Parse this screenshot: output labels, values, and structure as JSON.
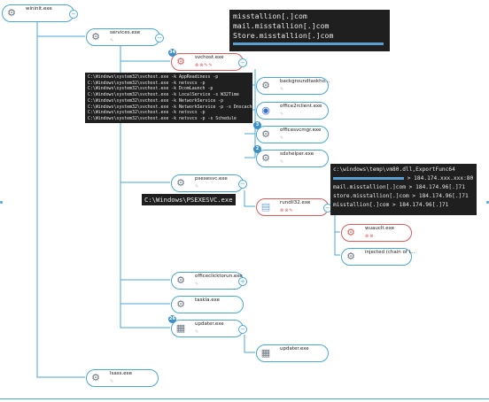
{
  "nodes": {
    "wininit": {
      "name": "wininit.exe"
    },
    "services": {
      "name": "services.exe"
    },
    "svchost": {
      "name": "svchost.exe",
      "badge": "34"
    },
    "backgroundtask": {
      "name": "backgroundtaskho..."
    },
    "office2rclient": {
      "name": "office2rclient.exe"
    },
    "officesvcmgr": {
      "name": "officesvcmgr.exe",
      "badge": "3"
    },
    "sdxhelper": {
      "name": "sdxhelper.exe",
      "badge": "2"
    },
    "psexesvc": {
      "name": "psexesvc.exe"
    },
    "rundll32": {
      "name": "rundll32.exe"
    },
    "wuauclt": {
      "name": "wuauclt.exe"
    },
    "injected": {
      "name": "injected (chain of i..."
    },
    "officeclicktorun": {
      "name": "officeclicktorun.exe"
    },
    "taskla": {
      "name": "taskla.exe"
    },
    "updater1": {
      "name": "updater.exe",
      "badge": "26"
    },
    "updater2": {
      "name": "updater.exe"
    },
    "lsass": {
      "name": "lsass.exe"
    }
  },
  "tooltips": {
    "domains": [
      "misstallion[.]com",
      "mail.misstallion[.]com",
      "Store.misstallion[.]com"
    ],
    "svchost_cmds": [
      "C:\\Windows\\system32\\svchost.exe -k AppReadiness -p",
      "C:\\Windows\\system32\\svchost.exe -k netsvcs -p",
      "C:\\Windows\\system32\\svchost.exe -k DcomLaunch -p",
      "C:\\Windows\\system32\\svchost.exe -k LocalService -s W32Time",
      "C:\\Windows\\system32\\svchost.exe -k NetworkService -p",
      "C:\\Windows\\system32\\svchost.exe -k NetworkService -p -s Dnscache",
      "C:\\Windows\\system32\\svchost.exe -k netsvcs -p",
      "C:\\Windows\\system32\\svchost.exe -k netsvcs -p -s Schedule"
    ],
    "psexesvc_path": "C:\\Windows\\PSEXESVC.exe",
    "rundll": {
      "cmd": "c:\\windows\\temp\\vm80.dll,ExportFunc64",
      "ip_line": "> 184.174.xxx.xxx:80",
      "conns": [
        "mail.misstallion[.]com > 184.174.96[.]71",
        "store.misstallion[.]com > 184.174.96[.]71",
        "misstallion[.]com > 184.174.96[.]71"
      ]
    }
  },
  "colors": {
    "accent": "#4aa8d8",
    "alert": "#e05a5a",
    "tooltip_bg": "#1f1f1f"
  }
}
